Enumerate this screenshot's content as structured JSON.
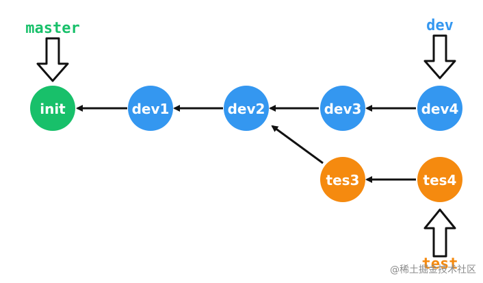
{
  "colors": {
    "green": "#18c06a",
    "blue": "#3497f0",
    "orange": "#f58a0f",
    "arrow": "#111111",
    "watermark": "#8a8a8a"
  },
  "labels": {
    "master": "master",
    "dev": "dev",
    "test": "test"
  },
  "nodes": {
    "init": "init",
    "dev1": "dev1",
    "dev2": "dev2",
    "dev3": "dev3",
    "dev4": "dev4",
    "tes3": "tes3",
    "tes4": "tes4"
  },
  "watermark": "@稀土掘金技术社区"
}
